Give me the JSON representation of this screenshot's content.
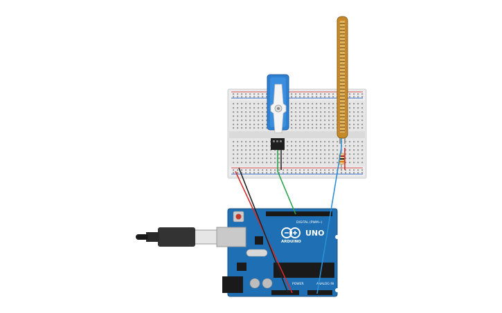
{
  "canvas": {
    "background": "#ffffff"
  },
  "components": {
    "breadboard": {
      "name": "breadboard",
      "color": "#e6e6e6",
      "rail_red": "#d84a4a",
      "rail_blue": "#3c6fcf"
    },
    "servo": {
      "name": "micro servo",
      "color": "#2f7fd1"
    },
    "flex_sensor": {
      "name": "flex sensor",
      "color": "#c48a2a"
    },
    "resistor": {
      "name": "resistor"
    },
    "arduino": {
      "name": "arduino uno",
      "color": "#1f6fb5",
      "brand_text": "ARDUINO",
      "model_text": "UNO",
      "digital_label": "DIGITAL (PWM~)",
      "power_label": "POWER",
      "analog_label": "ANALOG IN"
    },
    "usb_cable": {
      "name": "usb cable",
      "color": "#333333"
    }
  },
  "wires": [
    {
      "name": "wire-green",
      "color": "#2aa34a"
    },
    {
      "name": "wire-blue",
      "color": "#2b8fd6"
    },
    {
      "name": "wire-red",
      "color": "#d62b2b"
    },
    {
      "name": "wire-black",
      "color": "#222222"
    }
  ]
}
